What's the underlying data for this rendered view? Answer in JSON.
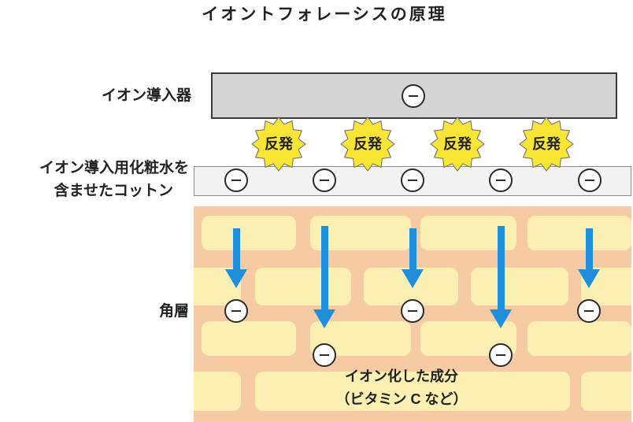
{
  "title": "イオントフォレーシスの原理",
  "labels": {
    "device": "イオン導入器",
    "cotton_line1": "イオン導入用化粧水を",
    "cotton_line2": "含ませたコットン",
    "stratum": "角層"
  },
  "repel_label": "反発",
  "ionized_line1": "イオン化した成分",
  "ionized_line2": "（ビタミン C など）",
  "colors": {
    "device_fill": "#d4d4d4",
    "burst_fill": "#f9e534",
    "arrow": "#1f8fdc",
    "skin": "#f6cba4",
    "brick": "#fbf0b2"
  },
  "ion_symbol": "minus-ion-icon"
}
